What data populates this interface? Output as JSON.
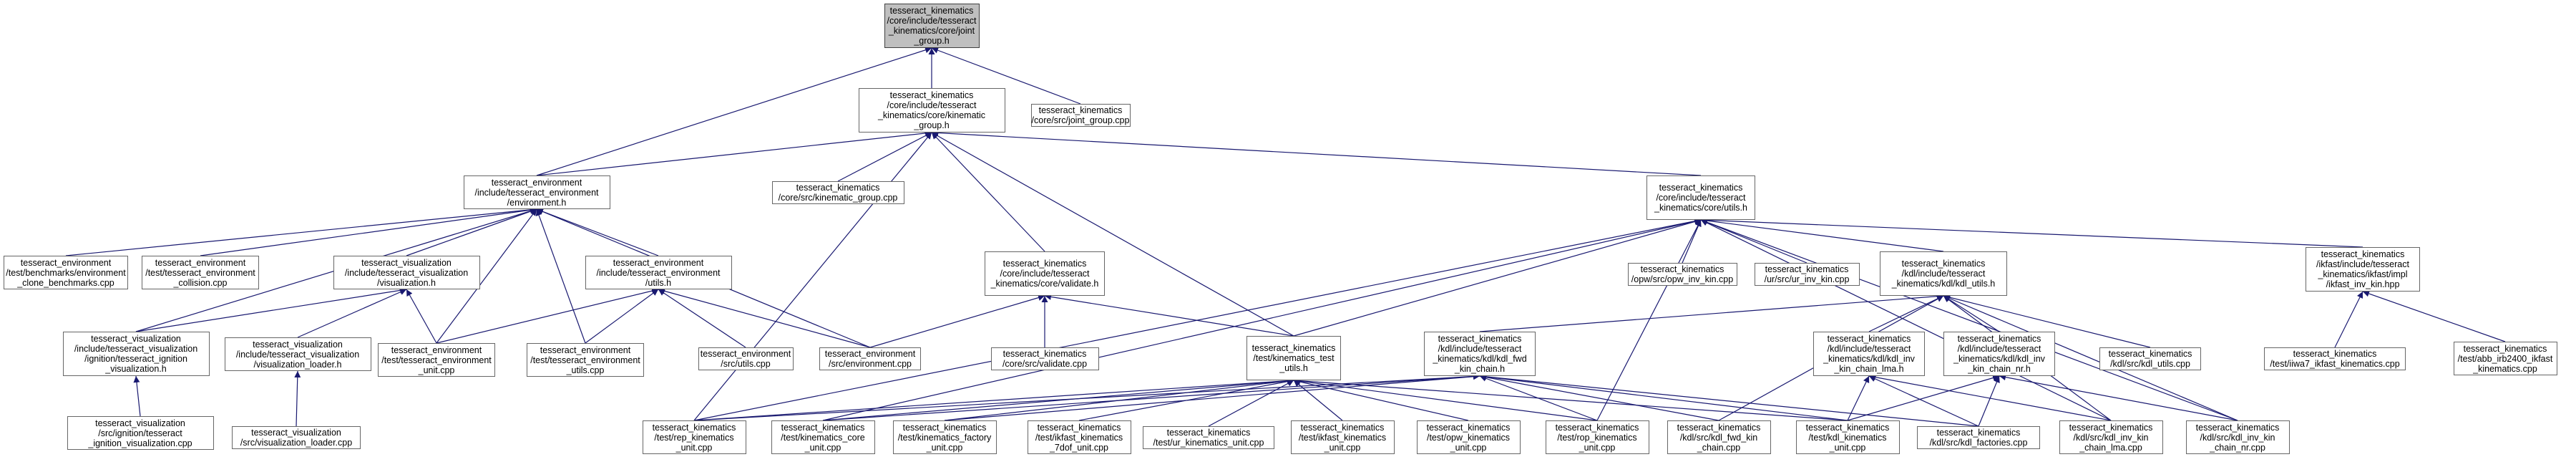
{
  "graph": {
    "nodes": [
      {
        "id": "n0",
        "label": "tesseract_kinematics\n/core/include/tesseract\n_kinematics/core/joint\n_group.h",
        "root": true
      },
      {
        "id": "n1",
        "label": "tesseract_kinematics\n/core/include/tesseract\n_kinematics/core/kinematic\n_group.h"
      },
      {
        "id": "n2",
        "label": "tesseract_kinematics\n/core/src/joint_group.cpp"
      },
      {
        "id": "n3",
        "label": "tesseract_environment\n/include/tesseract_environment\n/environment.h"
      },
      {
        "id": "n4",
        "label": "tesseract_kinematics\n/core/src/kinematic_group.cpp"
      },
      {
        "id": "n5",
        "label": "tesseract_kinematics\n/core/include/tesseract\n_kinematics/core/utils.h"
      },
      {
        "id": "n6",
        "label": "tesseract_environment\n/test/benchmarks/environment\n_clone_benchmarks.cpp"
      },
      {
        "id": "n7",
        "label": "tesseract_environment\n/test/tesseract_environment\n_collision.cpp"
      },
      {
        "id": "n8",
        "label": "tesseract_visualization\n/include/tesseract_visualization\n/visualization.h"
      },
      {
        "id": "n9",
        "label": "tesseract_environment\n/include/tesseract_environment\n/utils.h"
      },
      {
        "id": "n10",
        "label": "tesseract_kinematics\n/core/include/tesseract\n_kinematics/core/validate.h"
      },
      {
        "id": "n11",
        "label": "tesseract_kinematics\n/opw/src/opw_inv_kin.cpp"
      },
      {
        "id": "n12",
        "label": "tesseract_kinematics\n/ur/src/ur_inv_kin.cpp"
      },
      {
        "id": "n13",
        "label": "tesseract_kinematics\n/kdl/include/tesseract\n_kinematics/kdl/kdl_utils.h"
      },
      {
        "id": "n14",
        "label": "tesseract_kinematics\n/ikfast/include/tesseract\n_kinematics/ikfast/impl\n/ikfast_inv_kin.hpp"
      },
      {
        "id": "n15",
        "label": "tesseract_visualization\n/include/tesseract_visualization\n/ignition/tesseract_ignition\n_visualization.h"
      },
      {
        "id": "n16",
        "label": "tesseract_visualization\n/include/tesseract_visualization\n/visualization_loader.h"
      },
      {
        "id": "n17",
        "label": "tesseract_environment\n/test/tesseract_environment\n_unit.cpp"
      },
      {
        "id": "n18",
        "label": "tesseract_environment\n/test/tesseract_environment\n_utils.cpp"
      },
      {
        "id": "n19",
        "label": "tesseract_environment\n/src/utils.cpp"
      },
      {
        "id": "n20",
        "label": "tesseract_environment\n/src/environment.cpp"
      },
      {
        "id": "n21",
        "label": "tesseract_kinematics\n/core/src/validate.cpp"
      },
      {
        "id": "n22",
        "label": "tesseract_kinematics\n/test/kinematics_test\n_utils.h"
      },
      {
        "id": "n23",
        "label": "tesseract_kinematics\n/kdl/include/tesseract\n_kinematics/kdl/kdl_fwd\n_kin_chain.h"
      },
      {
        "id": "n24",
        "label": "tesseract_kinematics\n/kdl/include/tesseract\n_kinematics/kdl/kdl_inv\n_kin_chain_lma.h"
      },
      {
        "id": "n25",
        "label": "tesseract_kinematics\n/kdl/include/tesseract\n_kinematics/kdl/kdl_inv\n_kin_chain_nr.h"
      },
      {
        "id": "n26",
        "label": "tesseract_kinematics\n/kdl/src/kdl_utils.cpp"
      },
      {
        "id": "n27",
        "label": "tesseract_kinematics\n/test/iiwa7_ikfast_kinematics.cpp"
      },
      {
        "id": "n28",
        "label": "tesseract_kinematics\n/test/abb_irb2400_ikfast\n_kinematics.cpp"
      },
      {
        "id": "n29",
        "label": "tesseract_visualization\n/src/ignition/tesseract\n_ignition_visualization.cpp"
      },
      {
        "id": "n30",
        "label": "tesseract_visualization\n/src/visualization_loader.cpp"
      },
      {
        "id": "n31",
        "label": "tesseract_kinematics\n/test/rep_kinematics\n_unit.cpp"
      },
      {
        "id": "n32",
        "label": "tesseract_kinematics\n/test/kinematics_core\n_unit.cpp"
      },
      {
        "id": "n33",
        "label": "tesseract_kinematics\n/test/kinematics_factory\n_unit.cpp"
      },
      {
        "id": "n34",
        "label": "tesseract_kinematics\n/test/ikfast_kinematics\n_7dof_unit.cpp"
      },
      {
        "id": "n35",
        "label": "tesseract_kinematics\n/test/ur_kinematics_unit.cpp"
      },
      {
        "id": "n36",
        "label": "tesseract_kinematics\n/test/ikfast_kinematics\n_unit.cpp"
      },
      {
        "id": "n37",
        "label": "tesseract_kinematics\n/test/opw_kinematics\n_unit.cpp"
      },
      {
        "id": "n38",
        "label": "tesseract_kinematics\n/test/rop_kinematics\n_unit.cpp"
      },
      {
        "id": "n39",
        "label": "tesseract_kinematics\n/kdl/src/kdl_fwd_kin\n_chain.cpp"
      },
      {
        "id": "n40",
        "label": "tesseract_kinematics\n/test/kdl_kinematics\n_unit.cpp"
      },
      {
        "id": "n41",
        "label": "tesseract_kinematics\n/kdl/src/kdl_factories.cpp"
      },
      {
        "id": "n42",
        "label": "tesseract_kinematics\n/kdl/src/kdl_inv_kin\n_chain_lma.cpp"
      },
      {
        "id": "n43",
        "label": "tesseract_kinematics\n/kdl/src/kdl_inv_kin\n_chain_nr.cpp"
      }
    ],
    "edges": [
      [
        "n1",
        "n0"
      ],
      [
        "n2",
        "n0"
      ],
      [
        "n3",
        "n0"
      ],
      [
        "n3",
        "n1"
      ],
      [
        "n4",
        "n1"
      ],
      [
        "n5",
        "n1"
      ],
      [
        "n10",
        "n1"
      ],
      [
        "n22",
        "n1"
      ],
      [
        "n31",
        "n1"
      ],
      [
        "n6",
        "n3"
      ],
      [
        "n7",
        "n3"
      ],
      [
        "n8",
        "n3"
      ],
      [
        "n9",
        "n3"
      ],
      [
        "n15",
        "n3"
      ],
      [
        "n17",
        "n3"
      ],
      [
        "n18",
        "n3"
      ],
      [
        "n20",
        "n3"
      ],
      [
        "n15",
        "n8"
      ],
      [
        "n16",
        "n8"
      ],
      [
        "n17",
        "n8"
      ],
      [
        "n17",
        "n9"
      ],
      [
        "n18",
        "n9"
      ],
      [
        "n19",
        "n9"
      ],
      [
        "n20",
        "n9"
      ],
      [
        "n29",
        "n15"
      ],
      [
        "n30",
        "n16"
      ],
      [
        "n20",
        "n10"
      ],
      [
        "n21",
        "n10"
      ],
      [
        "n22",
        "n10"
      ],
      [
        "n22",
        "n5"
      ],
      [
        "n11",
        "n5"
      ],
      [
        "n12",
        "n5"
      ],
      [
        "n13",
        "n5"
      ],
      [
        "n14",
        "n5"
      ],
      [
        "n31",
        "n5"
      ],
      [
        "n32",
        "n5"
      ],
      [
        "n38",
        "n5"
      ],
      [
        "n42",
        "n5"
      ],
      [
        "n43",
        "n5"
      ],
      [
        "n23",
        "n13"
      ],
      [
        "n24",
        "n13"
      ],
      [
        "n25",
        "n13"
      ],
      [
        "n26",
        "n13"
      ],
      [
        "n39",
        "n13"
      ],
      [
        "n42",
        "n13"
      ],
      [
        "n43",
        "n13"
      ],
      [
        "n27",
        "n14"
      ],
      [
        "n28",
        "n14"
      ],
      [
        "n31",
        "n22"
      ],
      [
        "n32",
        "n22"
      ],
      [
        "n33",
        "n22"
      ],
      [
        "n34",
        "n22"
      ],
      [
        "n35",
        "n22"
      ],
      [
        "n36",
        "n22"
      ],
      [
        "n37",
        "n22"
      ],
      [
        "n38",
        "n22"
      ],
      [
        "n40",
        "n22"
      ],
      [
        "n31",
        "n23"
      ],
      [
        "n32",
        "n23"
      ],
      [
        "n33",
        "n23"
      ],
      [
        "n38",
        "n23"
      ],
      [
        "n39",
        "n23"
      ],
      [
        "n40",
        "n23"
      ],
      [
        "n41",
        "n23"
      ],
      [
        "n40",
        "n24"
      ],
      [
        "n41",
        "n24"
      ],
      [
        "n42",
        "n24"
      ],
      [
        "n40",
        "n25"
      ],
      [
        "n41",
        "n25"
      ],
      [
        "n43",
        "n25"
      ]
    ]
  }
}
